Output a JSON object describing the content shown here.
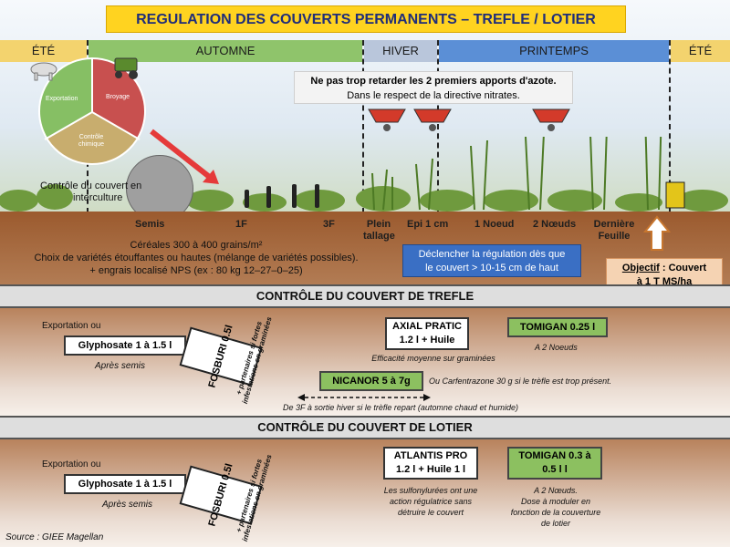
{
  "title": "REGULATION DES COUVERTS PERMANENTS – TREFLE / LOTIER",
  "seasons": [
    "ÉTÉ",
    "AUTOMNE",
    "HIVER",
    "PRINTEMPS",
    "ÉTÉ"
  ],
  "azote": {
    "line1": "Ne pas trop retarder les 2 premiers apports d'azote.",
    "line2": "Dans le respect de la directive nitrates."
  },
  "pie": {
    "exportation": "Exportation",
    "broyage": "Broyage",
    "controle": "Contrôle chimique"
  },
  "interculture": {
    "line1": "Contrôle du couvert en",
    "line2": "interculture"
  },
  "stages": [
    "Semis",
    "1F",
    "3F",
    "Plein tallage",
    "Epi 1 cm",
    "1 Noeud",
    "2 Nœuds",
    "Dernière Feuille"
  ],
  "sowing": {
    "line1": "Céréales 300 à 400 grains/m²",
    "line2": "Choix de variétés étouffantes ou hautes (mélange de variétés possibles).",
    "line3": "+ engrais localisé NPS (ex : 80 kg 12–27–0–25)"
  },
  "regulation": {
    "line1": "Déclencher la régulation dès que",
    "line2": "le couvert > 10-15 cm de haut"
  },
  "objectif": {
    "label": "Objectif",
    "text": " : Couvert",
    "line2": "à 1 T MS/ha"
  },
  "trefle": {
    "header": "CONTRÔLE DU COUVERT DE TREFLE",
    "exportation": "Exportation ou",
    "glyphosate": "Glyphosate 1 à 1.5 l",
    "apres_semis": "Après semis",
    "fosburi": "FOSBURI 0.5l",
    "fosburi_note1": "+ partenaires si fortes",
    "fosburi_note2": "infestations en graminées",
    "axial_line1": "AXIAL PRATIC",
    "axial_line2": "1.2 l + Huile",
    "axial_note": "Efficacité moyenne sur graminées",
    "tomigan": "TOMIGAN 0.25 l",
    "tomigan_note": "A 2 Noeuds",
    "nicanor": "NICANOR 5 à 7g",
    "nicanor_note": "Ou Carfentrazone 30 g si le trèfle est trop présent.",
    "range_note": "De 3F à sortie hiver si le trèfle repart (automne chaud et humide)"
  },
  "lotier": {
    "header": "CONTRÔLE DU COUVERT DE LOTIER",
    "exportation": "Exportation ou",
    "glyphosate": "Glyphosate 1 à 1.5 l",
    "apres_semis": "Après semis",
    "fosburi": "FOSBURI 0.5l",
    "fosburi_note1": "+ partenaires si fortes",
    "fosburi_note2": "infestations en graminées",
    "atlantis_line1": "ATLANTIS PRO",
    "atlantis_line2": "1.2 l + Huile 1 l",
    "atlantis_note1": "Les sulfonylurées ont une",
    "atlantis_note2": "action régulatrice sans",
    "atlantis_note3": "détruire le couvert",
    "tomigan_line1": "TOMIGAN 0.3 à",
    "tomigan_line2": "0.5 l l",
    "tomigan_note1": "A 2 Nœuds.",
    "tomigan_note2": "Dose à moduler en",
    "tomigan_note3": "fonction de la couverture",
    "tomigan_note4": "de lotier"
  },
  "source": "Source : GIEE Magellan",
  "colors": {
    "summer": "#f3d36e",
    "autumn": "#8fc46b",
    "winter": "#b9c6db",
    "spring": "#5b8fd6",
    "title_bg": "#ffd320"
  }
}
